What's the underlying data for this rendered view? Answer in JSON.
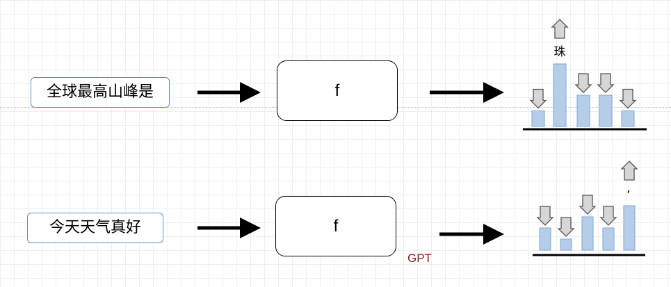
{
  "row1": {
    "input_text": "全球最高山峰是",
    "function_label": "f",
    "top_token": "珠"
  },
  "row2": {
    "input_text": "今天天气真好",
    "function_label": "f",
    "top_token": ",",
    "model_label": "GPT"
  },
  "colors": {
    "input_border": "#4a90d9",
    "bar_fill": "#b6cde8",
    "bar_stroke": "#7ea6d3",
    "arrow_fill": "#d6d6d6",
    "label_red": "#8b1a1a"
  },
  "chart_data": [
    {
      "type": "bar",
      "values": [
        1,
        4,
        2,
        2,
        1
      ],
      "direction": [
        "down",
        "up",
        "down",
        "down",
        "down"
      ]
    },
    {
      "type": "bar",
      "values": [
        2,
        1,
        3,
        2,
        4
      ],
      "direction": [
        "down",
        "down",
        "down",
        "down",
        "up"
      ]
    }
  ]
}
